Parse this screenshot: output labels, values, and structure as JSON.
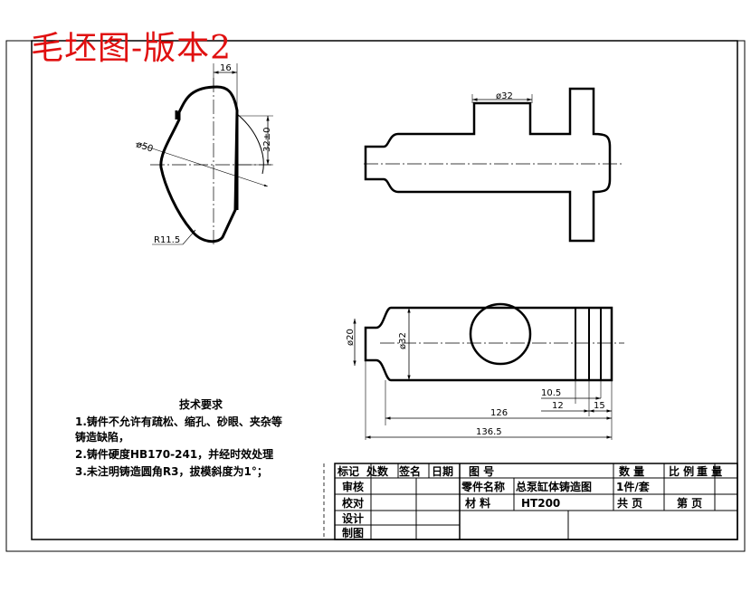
{
  "title": "毛坯图-版本2",
  "dims": {
    "w16": "16",
    "d50": "ø50",
    "d32_top": "ø32",
    "h32": "32±0",
    "r115": "R11.5",
    "d20": "ø20",
    "d32_left": "ø32",
    "w105": "10.5",
    "w12": "12",
    "w15": "15",
    "w126": "126",
    "w1365": "136.5"
  },
  "tech": {
    "header": "技术要求",
    "items": [
      "1.铸件不允许有疏松、缩孔、砂眼、夹杂等",
      "铸造缺陷，",
      "2.铸件硬度HB170-241，并经时效处理",
      "3.未注明铸造圆角R3，拔模斜度为1°；"
    ]
  },
  "title_block": {
    "mark": "标记",
    "place": "处数",
    "sign": "签名",
    "date": "日期",
    "drawing_no": "图  号",
    "quantity": "数  量",
    "scale": "比  例",
    "weight": "重  量",
    "review": "审核",
    "check": "校对",
    "design": "设计",
    "drafting": "制图",
    "part_name_label": "零件名称",
    "part_name": "总泵缸体铸造图",
    "qty_value": "1件/套",
    "material_label": "材  料",
    "material": "HT200",
    "total_pages": "共    页",
    "page_no": "第    页"
  }
}
